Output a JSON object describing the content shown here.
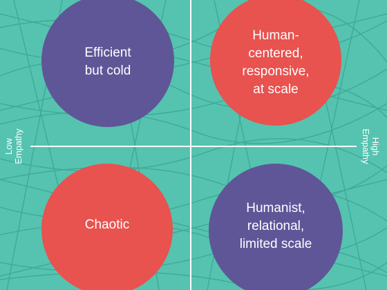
{
  "quadrants": {
    "top_left": "Efficient but cold",
    "top_left_lines": [
      "Efficient",
      "but cold"
    ],
    "top_right": "Human-centered, responsive, at scale",
    "top_right_lines": [
      "Human-",
      "centered,",
      "responsive,",
      "at scale"
    ],
    "bottom_left": "Chaotic",
    "bottom_left_lines": [
      "Chaotic"
    ],
    "bottom_right": "Humanist, relational, limited scale",
    "bottom_right_lines": [
      "Humanist,",
      "relational,",
      "limited scale"
    ]
  },
  "axis": {
    "low_label_lines": [
      "Low",
      "Empathy"
    ],
    "high_label_lines": [
      "High",
      "Empathy"
    ]
  },
  "colors": {
    "background": "#55c3af",
    "purple": "#5f5698",
    "red": "#e8524f",
    "axis": "#ffffff",
    "pattern_lines": "#3fa594"
  }
}
